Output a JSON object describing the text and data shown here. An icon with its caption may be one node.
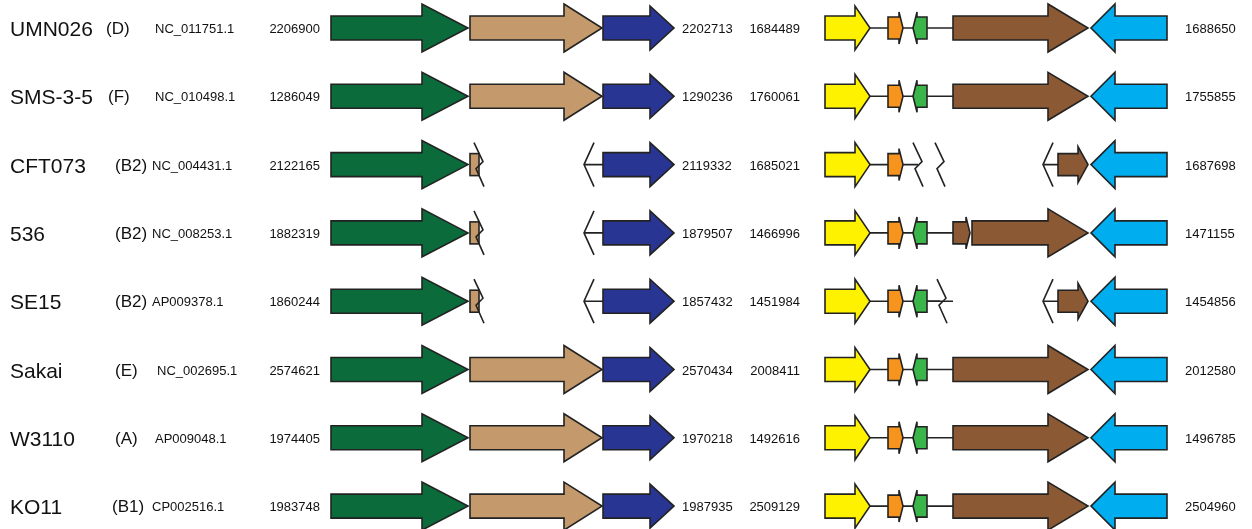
{
  "diagram": {
    "labels": [
      "UMN026",
      "(D)",
      "NC_011751.1",
      "2206900",
      "2202713",
      "1684489",
      "1688650",
      "SMS-3-5",
      "(F)",
      "NC_010498.1",
      "1286049",
      "1290236",
      "1760061",
      "1755855",
      "CFT073",
      "(B2)",
      "NC_004431.1",
      "2122165",
      "2119332",
      "1685021",
      "1687698",
      "536",
      "(B2)",
      "NC_008253.1",
      "1882319",
      "1879507",
      "1466996",
      "1471155",
      "SE15",
      "(B2)",
      "AP009378.1",
      "1860244",
      "1857432",
      "1451984",
      "1454856",
      "Sakai",
      "(E)",
      "NC_002695.1",
      "2574621",
      "2570434",
      "2008411",
      "2012580",
      "W3110",
      "(A)",
      "AP009048.1",
      "1974405",
      "1970218",
      "1492616",
      "1496785",
      "KO11",
      "(B1)",
      "CP002516.1",
      "1983748",
      "1987935",
      "2509129",
      "2504960"
    ]
  }
}
